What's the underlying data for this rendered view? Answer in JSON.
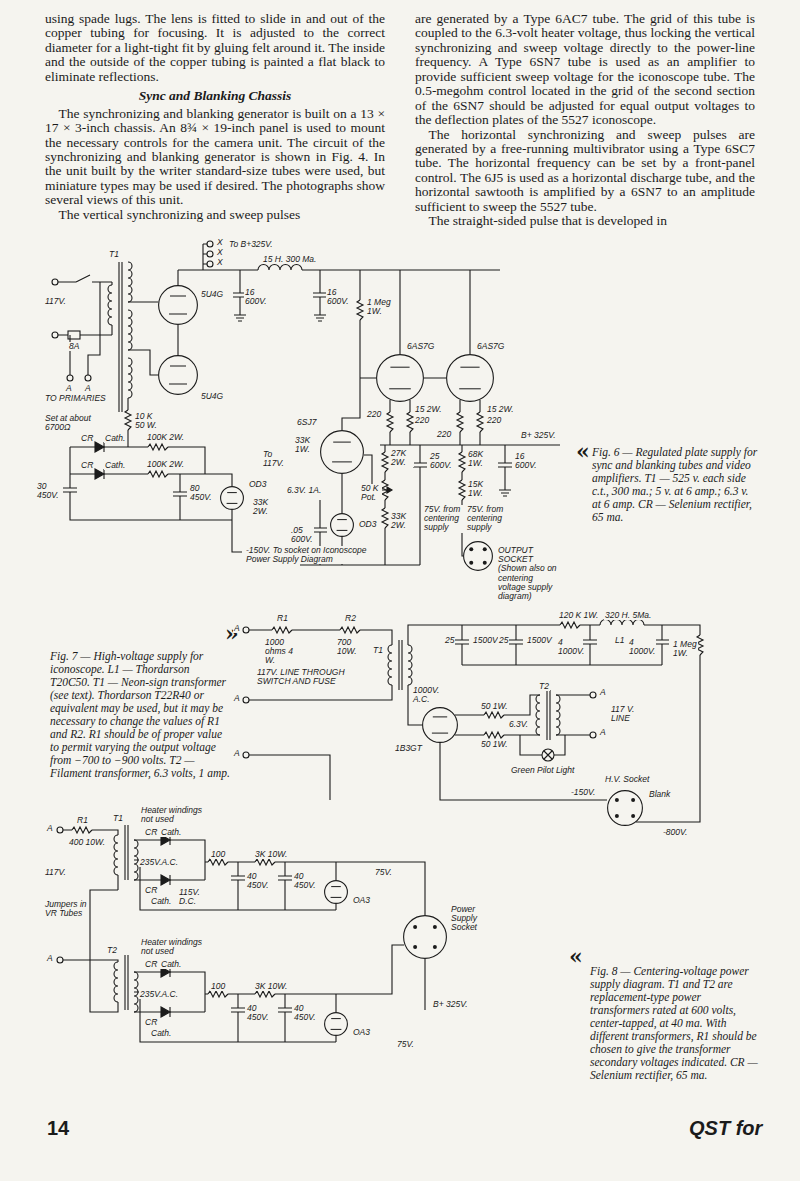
{
  "diagram": {
    "title": "Sync and Blanking Chassis",
    "nodes": [
      {
        "text": [
          "5U4G"
        ]
      },
      {
        "text": [
          "5U4G"
        ]
      },
      {
        "text": [
          "6AS7G"
        ]
      },
      {
        "text": [
          "6AS7G"
        ]
      },
      {
        "text": [
          "6SJ7"
        ]
      },
      {
        "text": [
          "OD3"
        ]
      },
      {
        "text": [
          "OD3"
        ]
      },
      {
        "text": [
          "OUTPUT SOCKET (Shown also on centering voltage supply diagram)"
        ]
      },
      {
        "text": [
          "1B3GT"
        ]
      },
      {
        "text": [
          "H.V. Socket"
        ]
      },
      {
        "text": [
          "OA3"
        ]
      },
      {
        "text": [
          "OA3"
        ]
      },
      {
        "text": [
          "Power Supply Socket"
        ]
      }
    ],
    "labels": [
      "using spade lugs. The lens is fitted to slide in and out of the copper tubing for focusing. It is adjusted to the correct diameter for a light-tight fit by gluing felt around it. The inside and the outside of the copper tubing is painted a flat black to eliminate reflections.",
      "The synchronizing and blanking generator is built on a 13 × 17 × 3-inch chassis. An 8¾ × 19-inch panel is used to mount the necessary controls for the camera unit. The circuit of the synchronizing and blanking generator is shown in Fig. 4. In the unit built by the writer standard-size tubes were used, but miniature types may be used if desired. The photographs show several views of this unit.",
      "The vertical synchronizing and sweep pulses",
      "are generated by a Type 6AC7 tube. The grid of this tube is coupled to the 6.3-volt heater voltage, thus locking the vertical synchronizing and sweep voltage directly to the power-line frequency. A Type 6SN7 tube is used as an amplifier to provide sufficient sweep voltage for the iconoscope tube. The 0.5-megohm control located in the grid of the second section of the 6SN7 should be adjusted for equal output voltages to the deflection plates of the 5527 iconoscope.",
      "The horizontal synchronizing and sweep pulses are generated by a free-running multivibrator using a Type 6SC7 tube. The horizontal frequency can be set by a front-panel control. The 6J5 is used as a horizontal discharge tube, and the horizontal sawtooth is amplified by a 6SN7 to an amplitude sufficient to sweep the 5527 tube.",
      "The straight-sided pulse that is developed in",
      "X",
      "X",
      "X",
      "To B+325V.",
      "15 H. 300 Ma.",
      "16 600V.",
      "16 600V.",
      "T1",
      "117V.",
      "8A",
      "A",
      "A",
      "TO PRIMARIES",
      "Set at about 6700Ω",
      "10 K 50 W.",
      "CR",
      "Cath.",
      "CR",
      "Cath.",
      "100K 2W.",
      "100K 2W.",
      "30 450V.",
      "80 450V.",
      "To 117V.",
      "-150V. To socket on Iconoscope Power Supply Diagram",
      "6.3V. 1A.",
      "33K 1W.",
      "1 Meg 1W.",
      "220",
      "15 2W.",
      "220",
      "220",
      "15 2W.",
      "220",
      "B+ 325V.",
      "27K 2W.",
      "25 600V.",
      "68K 1W.",
      "16 600V.",
      "33K 2W.",
      "50 K Pot.",
      "15K 1W.",
      "33K 2W.",
      ".05 600V.",
      "75V. from centering supply",
      "75V. from centering supply",
      "«",
      "Fig. 6 — Regulated plate supply for sync and blanking tubes and video amplifiers. T1 — 525 v. each side c.t., 300 ma.; 5 v. at 6 amp.; 6.3 v. at 6 amp. CR — Selenium rectifier, 65 ma.",
      "»",
      "Fig. 7 — High-voltage supply for iconoscope. L1 — Thordarson T20C50. T1 — Neon-sign transformer (see text). Thordarson T22R40 or equivalent may be used, but it may be necessary to change the values of R1 and R2. R1 should be of proper value to permit varying the output voltage from −700 to −900 volts. T2 — Filament transformer, 6.3 volts, 1 amp.",
      "A",
      "R1",
      "1000 ohms 4 W.",
      "R2",
      "700 10W.",
      "T1",
      "117V. LINE THROUGH SWITCH AND FUSE",
      "A",
      "A",
      "1000V. A.C.",
      "25",
      "1500V",
      "25",
      "1500V",
      "120 K 1W.",
      "320 H. 5Ma.",
      "4 1000V.",
      "L1",
      "4 1000V.",
      "1 Meg 1W.",
      "50 1W.",
      "50 1W.",
      "6.3V.",
      "T2",
      "A",
      "A",
      "117 V. LINE",
      "Green Pilot Light",
      "Blank",
      "-150V.",
      "-800V.",
      "A",
      "R1",
      "400 10W.",
      "T1",
      "117V.",
      "Jumpers in VR Tubes",
      "A",
      "T2",
      "Heater windings not used",
      "Cath.",
      "CR",
      "235V.A.C.",
      "115V. D.C.",
      "CR",
      "Cath.",
      "100",
      "3K 10W.",
      "40 450V.",
      "40 450V.",
      "75V.",
      "Heater windings not used",
      "Cath.",
      "CR",
      "235V.A.C.",
      "CR",
      "Cath.",
      "100",
      "3K 10W.",
      "40 450V.",
      "40 450V.",
      "B+ 325V.",
      "75V.",
      "«",
      "Fig. 8 — Centering-voltage power supply diagram. T1 and T2 are replacement-type power transformers rated at 600 volts, center-tapped, at 40 ma. With different transformers, R1 should be chosen to give the transformer secondary voltages indicated. CR — Selenium rectifier, 65 ma.",
      "14",
      "QST for"
    ]
  }
}
